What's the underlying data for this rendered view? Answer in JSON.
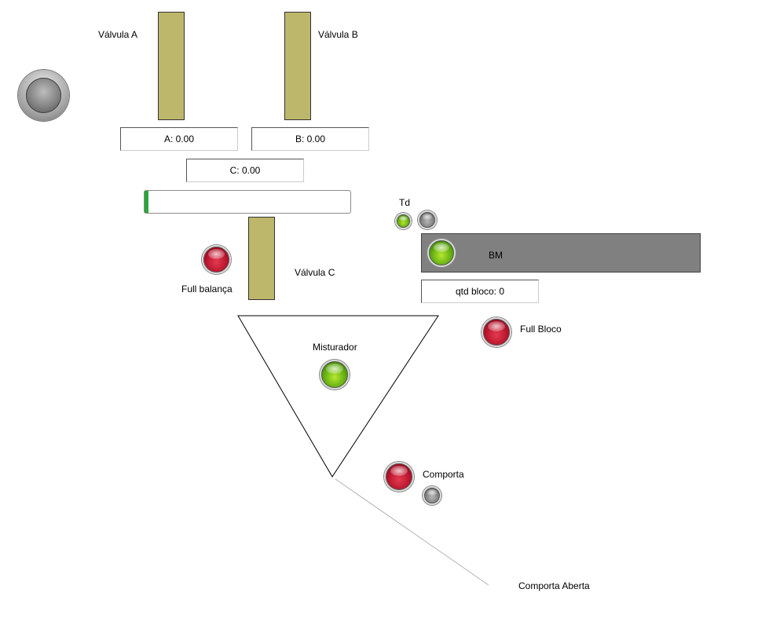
{
  "valves": {
    "a": {
      "label": "Válvula A"
    },
    "b": {
      "label": "Válvula B"
    },
    "c": {
      "label": "Válvula C"
    }
  },
  "readouts": {
    "a": "A: 0.00",
    "b": "B: 0.00",
    "c": "C: 0.00",
    "qtd_bloco": "qtd bloco: 0"
  },
  "scale_progress": {
    "value": 0.01
  },
  "indicators": {
    "full_balanca": {
      "label": "Full balança",
      "state": "red"
    },
    "td": {
      "label": "Td"
    },
    "bm": {
      "label": "BM"
    },
    "full_bloco": {
      "label": "Full Bloco",
      "state": "red"
    },
    "misturador": {
      "label": "Misturador",
      "state": "green"
    },
    "comporta": {
      "label": "Comporta",
      "state": "red"
    },
    "comporta_aberta": {
      "label": "Comporta Aberta"
    }
  },
  "colors": {
    "valve": "#bdb76b",
    "bm_bar": "#808080",
    "led_red": "#b5122a",
    "led_green": "#5aa80d",
    "led_gray": "#7d7d7d"
  }
}
